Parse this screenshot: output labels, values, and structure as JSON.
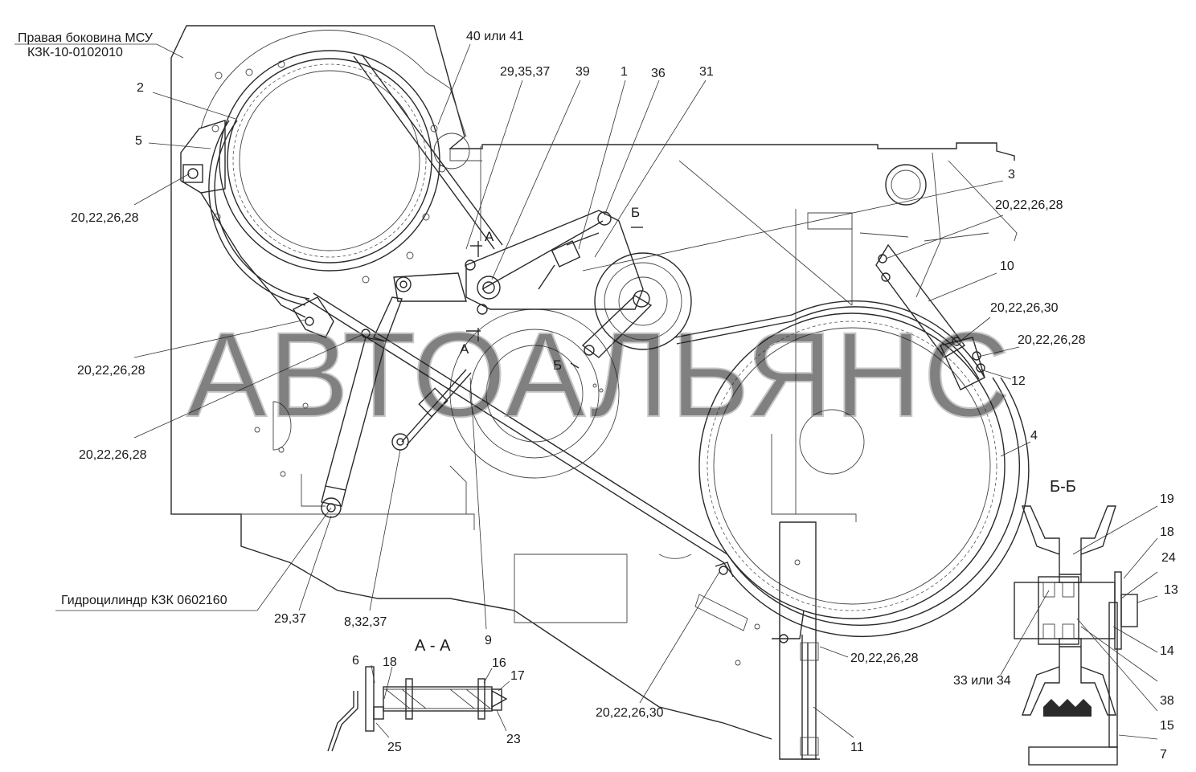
{
  "watermark": "АВТОАЛЬЯНС",
  "section_titles": {
    "aa": "А - А",
    "bb": "Б-Б"
  },
  "cut_marks": {
    "a": "А",
    "b": "Б"
  },
  "notes": {
    "side_panel_line1": "Правая боковина МСУ",
    "side_panel_line2": "КЗК-10-0102010",
    "hydro_cylinder": "Гидроцилиндр КЗК 0602160"
  },
  "callouts": {
    "c40_41": "40 или 41",
    "c29_35_37": "29,35,37",
    "c39": "39",
    "c1": "1",
    "c36": "36",
    "c31": "31",
    "c2": "2",
    "c5": "5",
    "c20_22_26_28_a": "20,22,26,28",
    "c3": "3",
    "c20_22_26_28_b": "20,22,26,28",
    "c10": "10",
    "c20_22_26_30_a": "20,22,26,30",
    "c20_22_26_28_c": "20,22,26,28",
    "c12": "12",
    "c20_22_26_28_d": "20,22,26,28",
    "c20_22_26_28_e": "20,22,26,28",
    "c4": "4",
    "c19": "19",
    "c18_bb": "18",
    "c24": "24",
    "c13": "13",
    "c29_37": "29,37",
    "c8_32_37": "8,32,37",
    "c9": "9",
    "c20_22_26_28_f": "20,22,26,28",
    "c6": "6",
    "c18_aa": "18",
    "c16": "16",
    "c17": "17",
    "c25": "25",
    "c23": "23",
    "c20_22_26_30_b": "20,22,26,30",
    "c11": "11",
    "c33_34": "33 или 34",
    "c14": "14",
    "c38": "38",
    "c15": "15",
    "c7": "7"
  }
}
